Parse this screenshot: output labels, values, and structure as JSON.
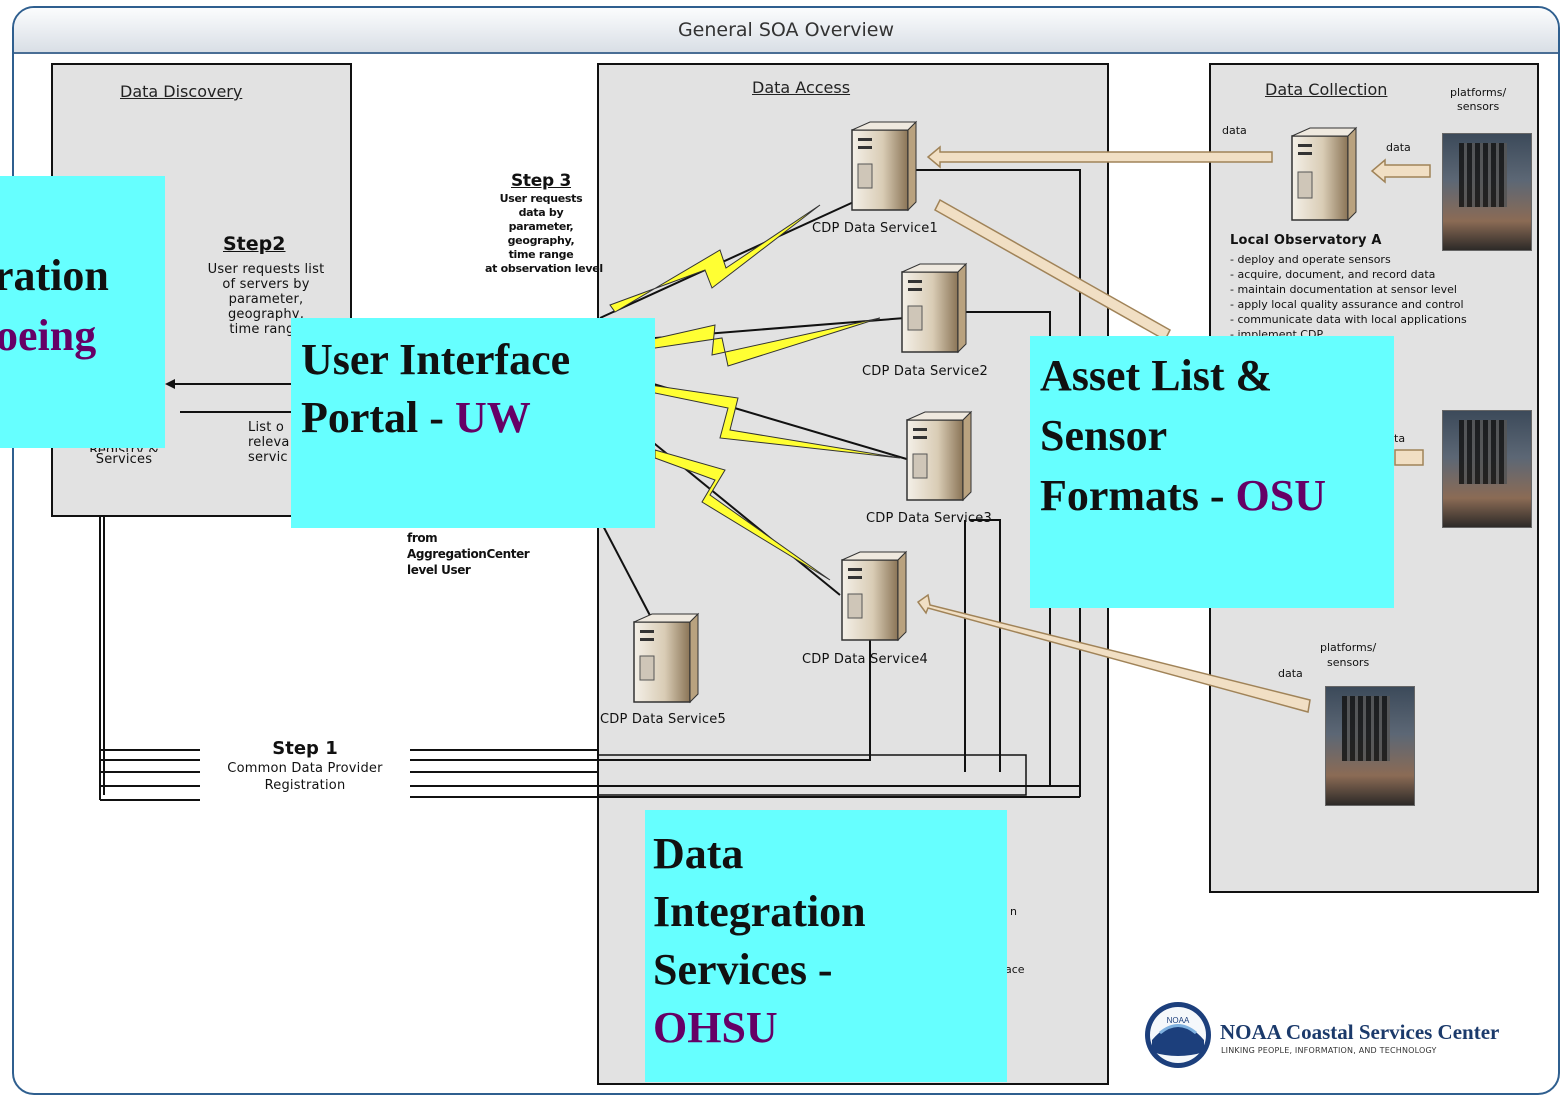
{
  "window": {
    "title": "General SOA Overview"
  },
  "panels": {
    "discovery": "Data Discovery",
    "access": "Data Access",
    "collection": "Data Collection"
  },
  "step2": {
    "title": "Step2",
    "lines": [
      "User requests list",
      "of servers by",
      "parameter,",
      "geography,",
      "time range"
    ]
  },
  "discovery_misc": {
    "list_lines": [
      "List o",
      "releva",
      "servic"
    ],
    "registry_lines": [
      "Registry &",
      "Services"
    ]
  },
  "step3": {
    "title": "Step 3",
    "lines": [
      "User requests",
      "data by",
      "parameter,",
      "geography,",
      "time range",
      "at observation level"
    ]
  },
  "step3_tail": {
    "lines": [
      "from",
      "AggregationCenter",
      "level User"
    ]
  },
  "step1": {
    "title": "Step 1",
    "lines": [
      "Common Data Provider",
      "Registration"
    ]
  },
  "services": [
    "CDP Data Service1",
    "CDP Data Service2",
    "CDP Data Service3",
    "CDP Data Service4",
    "CDP Data Service5"
  ],
  "collection": {
    "data": "data",
    "platforms": [
      "platforms/",
      "sensors"
    ],
    "observatory": "Local Observatory A",
    "tasks": [
      "- deploy and operate sensors",
      "- acquire, document, and record data",
      "- maintain documentation at sensor level",
      "- apply local quality assurance and control",
      "- communicate data with local applications",
      "- implement CDP"
    ],
    "mid_data": "ta"
  },
  "access_bottom": {
    "lines": [
      "n",
      "ace"
    ]
  },
  "overlays": {
    "integration": {
      "line1": "ration",
      "line2": "oeing"
    },
    "portal": {
      "line1": "User Interface",
      "line2_pre": "Portal - ",
      "line2_org": "UW"
    },
    "asset": {
      "line1": "Asset List &",
      "line2": "Sensor",
      "line3_pre": "Formats - ",
      "line3_org": "OSU"
    },
    "dis": {
      "line1": "Data",
      "line2": "Integration",
      "line3": "Services -",
      "line4_org": "OHSU"
    }
  },
  "logo": {
    "name": "NOAA Coastal Services Center",
    "tagline": "LINKING PEOPLE, INFORMATION, AND TECHNOLOGY",
    "emblem": "NOAA"
  },
  "colors": {
    "cyan": "#66ffff",
    "purple": "#660066",
    "frame": "#2f5f8f"
  }
}
